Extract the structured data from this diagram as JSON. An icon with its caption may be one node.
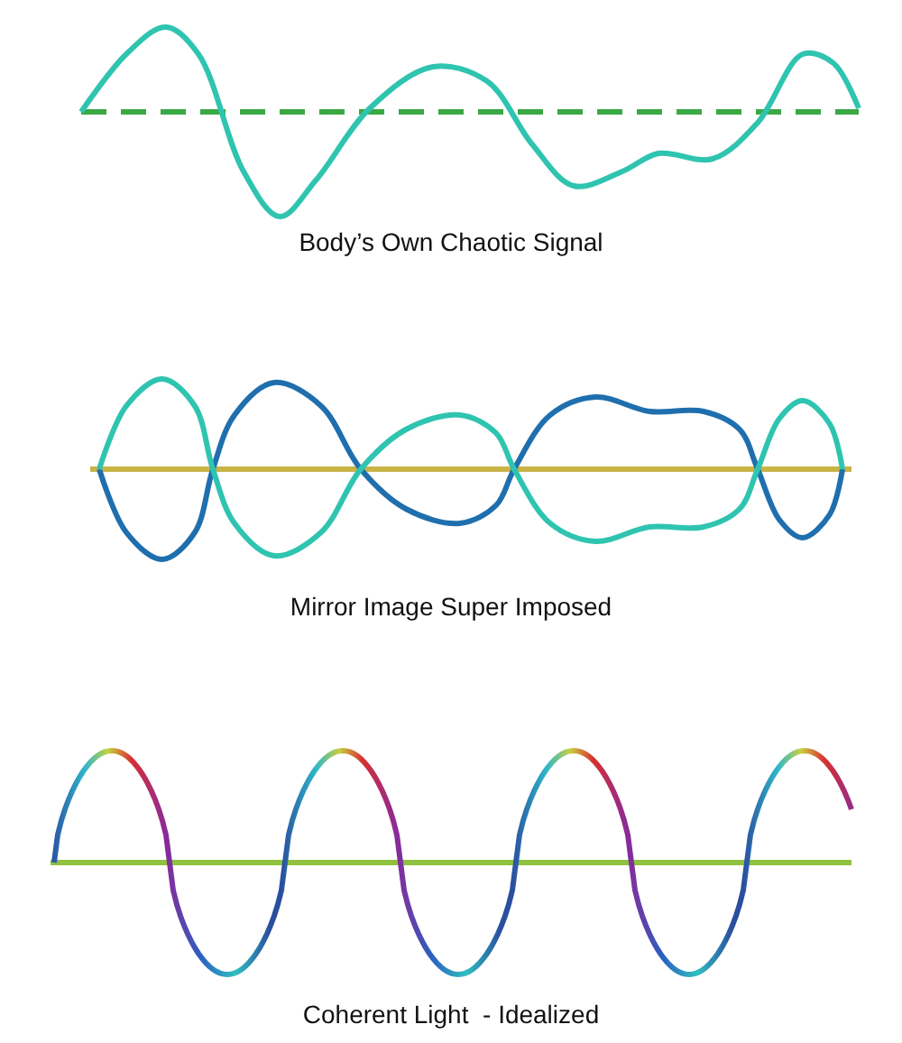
{
  "diagram": {
    "labels": [
      "Body’s Own Chaotic Signal",
      "Mirror Image Super Imposed",
      "Coherent Light  - Idealized"
    ]
  }
}
